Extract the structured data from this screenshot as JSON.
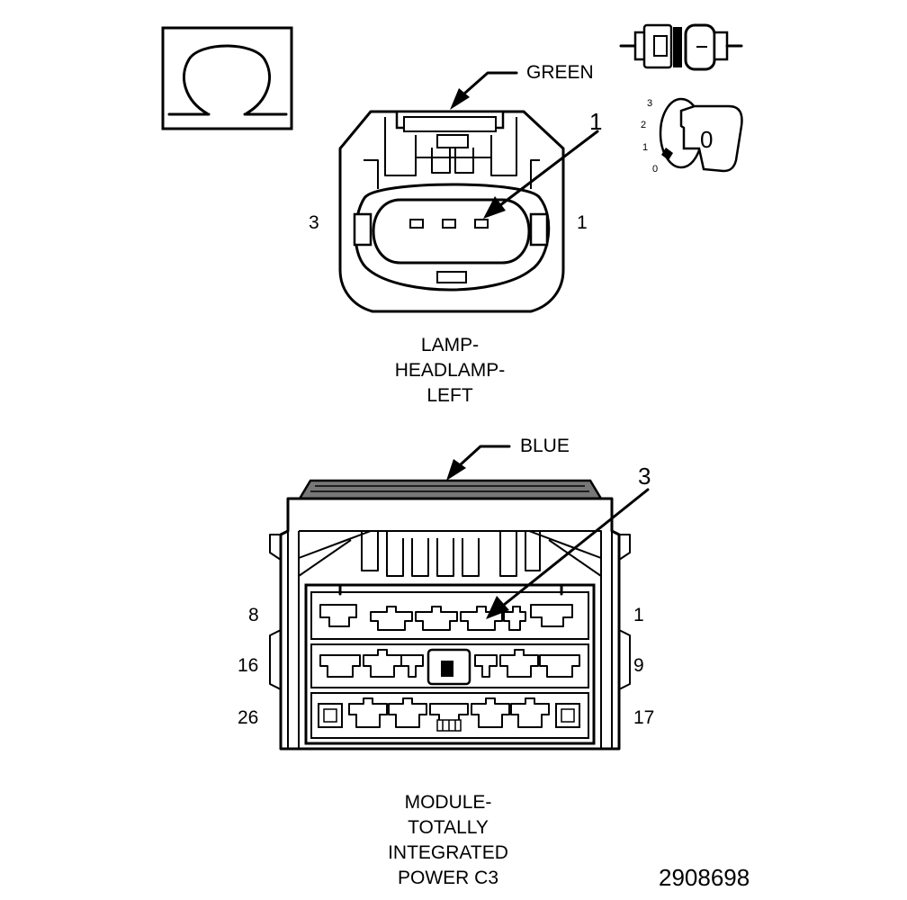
{
  "ohm_symbol": "Ω",
  "connector_top": {
    "color_label": "GREEN",
    "callout_number": "1",
    "pin_left": "3",
    "pin_right": "1",
    "title_lines": [
      "LAMP-",
      "HEADLAMP-",
      "LEFT"
    ]
  },
  "connector_bottom": {
    "color_label": "BLUE",
    "callout_number": "3",
    "row_labels_left": [
      "8",
      "16",
      "26"
    ],
    "row_labels_right": [
      "1",
      "9",
      "17"
    ],
    "title_lines": [
      "MODULE-",
      "TOTALLY",
      "INTEGRATED",
      "POWER C3"
    ]
  },
  "ignition_key": {
    "positions": [
      "3",
      "2",
      "1",
      "0"
    ],
    "key_label": "0"
  },
  "figure_number": "2908698"
}
